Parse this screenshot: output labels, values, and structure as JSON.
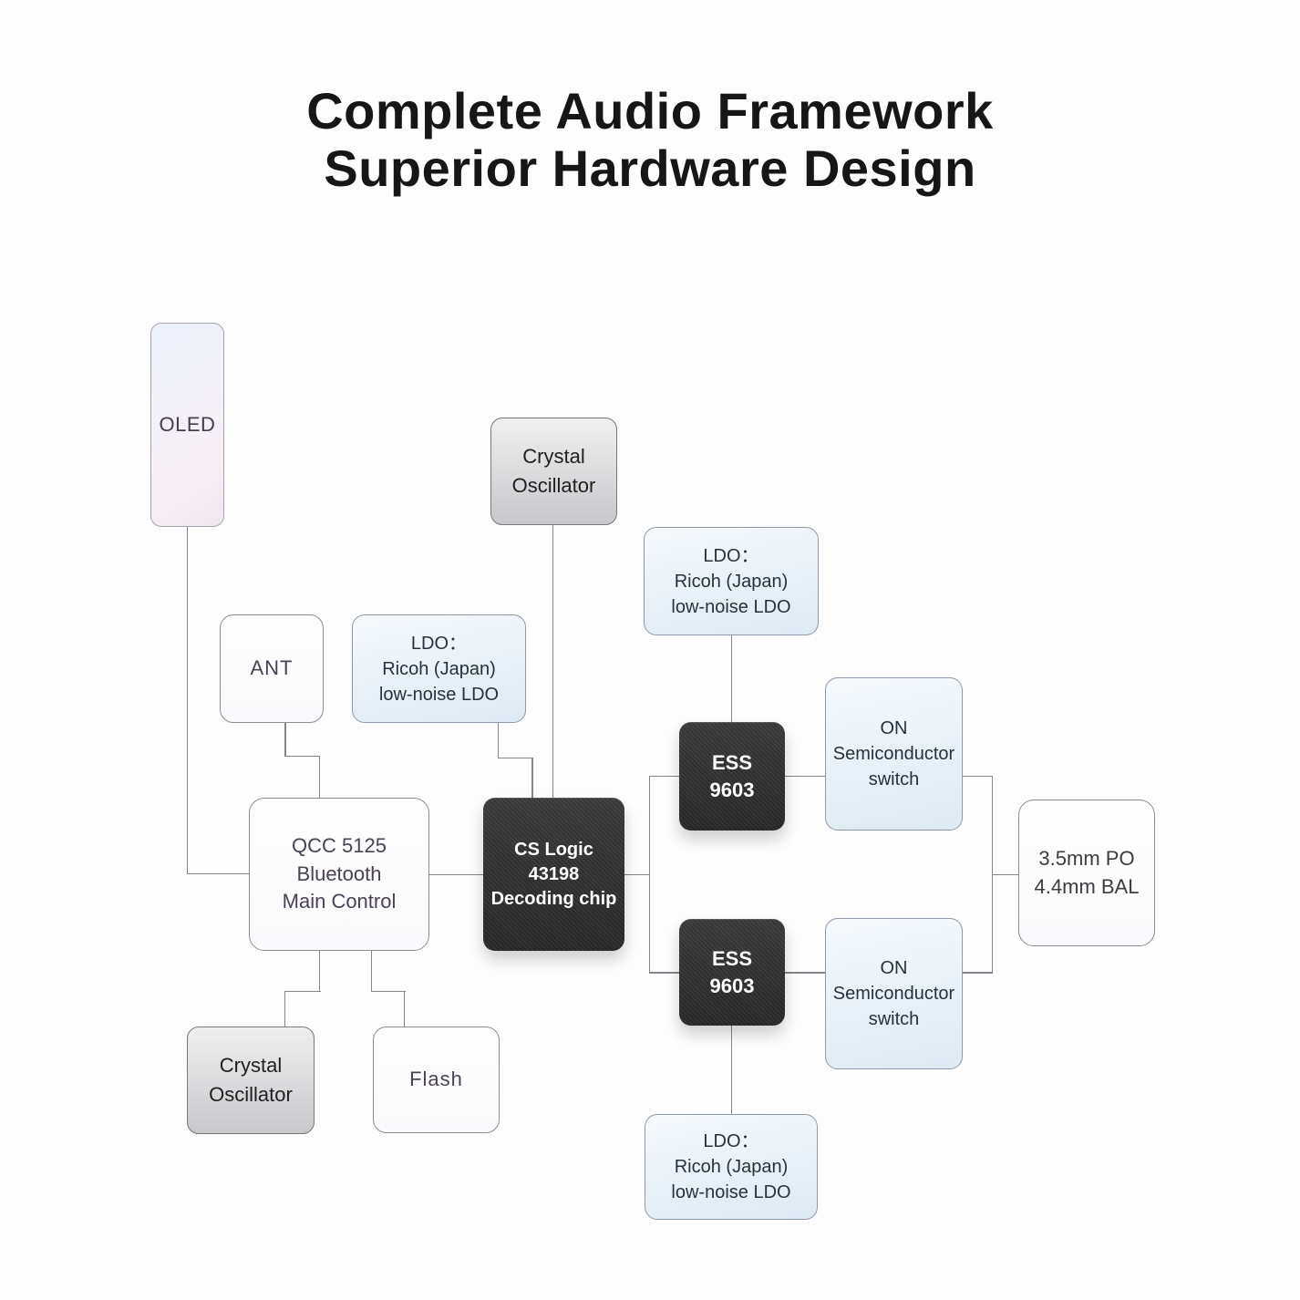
{
  "title": {
    "line1": "Complete Audio Framework",
    "line2": "Superior Hardware Design"
  },
  "nodes": {
    "oled": {
      "label": "OLED"
    },
    "crystal_top": {
      "label": "Crystal\nOscillator"
    },
    "ldo_top": {
      "label": "LDO：\nRicoh (Japan)\nlow-noise LDO"
    },
    "ant": {
      "label": "ANT"
    },
    "ldo_left": {
      "label": "LDO：\nRicoh (Japan)\nlow-noise LDO"
    },
    "qcc": {
      "label": "QCC 5125\nBluetooth\nMain Control"
    },
    "cs_logic": {
      "label": "CS Logic\n43198\nDecoding chip"
    },
    "ess_top": {
      "label": "ESS\n9603"
    },
    "on_switch_top": {
      "label": "ON\nSemiconductor\nswitch"
    },
    "output": {
      "label": "3.5mm PO\n4.4mm BAL"
    },
    "ess_bottom": {
      "label": "ESS\n9603"
    },
    "on_switch_bottom": {
      "label": "ON\nSemiconductor\nswitch"
    },
    "crystal_bottom": {
      "label": "Crystal\nOscillator"
    },
    "flash": {
      "label": "Flash"
    },
    "ldo_bottom": {
      "label": "LDO：\nRicoh (Japan)\nlow-noise LDO"
    }
  },
  "colors": {
    "background": "#fdfdfd",
    "title_text": "#161616",
    "connector_line": "#84848c",
    "chip_dark": "#2d2d2d",
    "chip_text": "#ffffff",
    "block_blue": "#e3edf6",
    "block_gray": "#d6d6d8",
    "block_white_text": "#4a4253",
    "blue_block_text": "#26323e"
  }
}
